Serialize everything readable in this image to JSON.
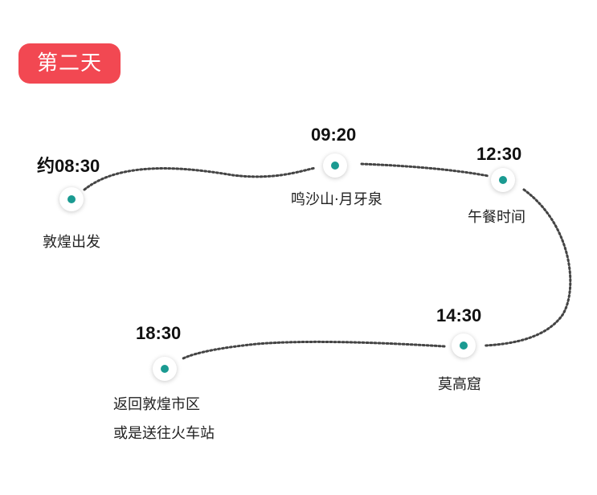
{
  "day": {
    "title": "第二天"
  },
  "stops": [
    {
      "time": "约08:30",
      "label": "敦煌出发"
    },
    {
      "time": "09:20",
      "label": "鸣沙山·月牙泉"
    },
    {
      "time": "12:30",
      "label": "午餐时间"
    },
    {
      "time": "14:30",
      "label": "莫高窟"
    },
    {
      "time": "18:30",
      "label_line1": "返回敦煌市区",
      "label_line2": "或是送往火车站"
    }
  ],
  "colors": {
    "badge": "#f24852",
    "node_dot": "#1a9a91",
    "route_line": "#444444"
  }
}
